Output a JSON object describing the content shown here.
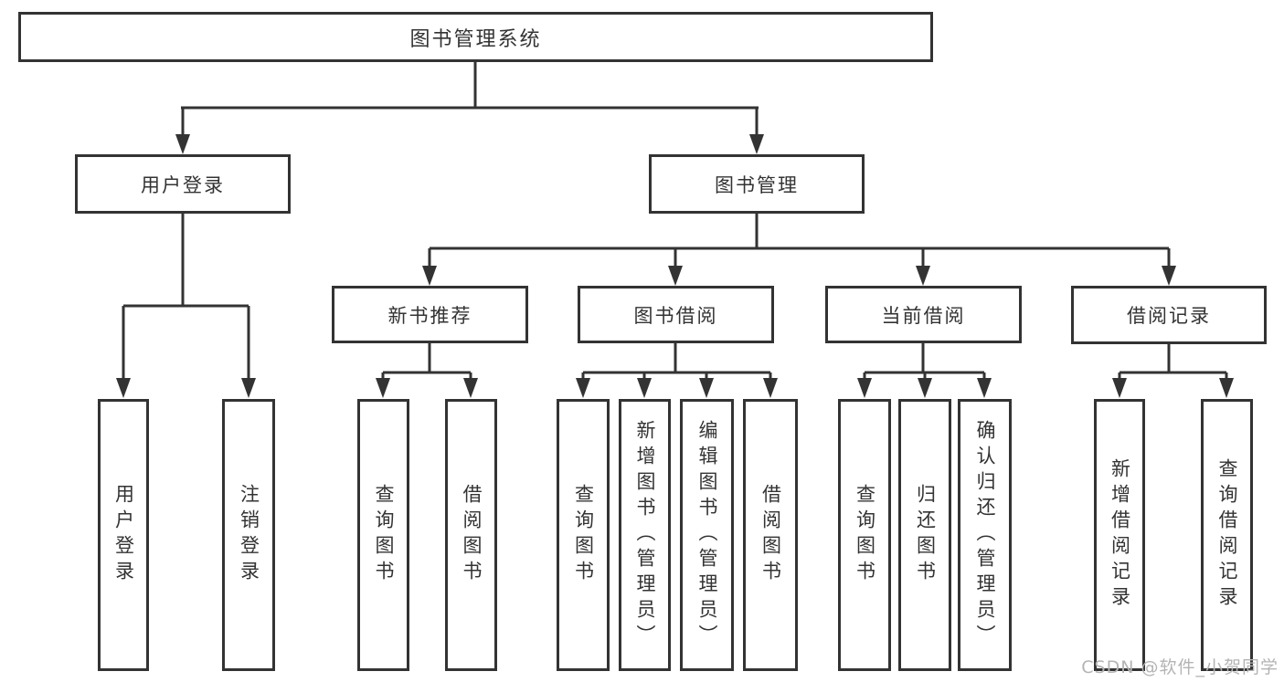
{
  "tree": {
    "label": "图书管理系统",
    "children": [
      {
        "label": "用户登录",
        "children": [
          {
            "label": "用户登录"
          },
          {
            "label": "注销登录"
          }
        ]
      },
      {
        "label": "图书管理",
        "children": [
          {
            "label": "新书推荐",
            "children": [
              {
                "label": "查询图书"
              },
              {
                "label": "借阅图书"
              }
            ]
          },
          {
            "label": "图书借阅",
            "children": [
              {
                "label": "查询图书"
              },
              {
                "label": "新增图书（管理员）"
              },
              {
                "label": "编辑图书（管理员）"
              },
              {
                "label": "借阅图书"
              }
            ]
          },
          {
            "label": "当前借阅",
            "children": [
              {
                "label": "查询图书"
              },
              {
                "label": "归还图书"
              },
              {
                "label": "确认归还（管理员）"
              }
            ]
          },
          {
            "label": "借阅记录",
            "children": [
              {
                "label": "新增借阅记录"
              },
              {
                "label": "查询借阅记录"
              }
            ]
          }
        ]
      }
    ]
  },
  "watermark": "CSDN @软件_小贺同学",
  "colors": {
    "line": "#333333",
    "box_border": "#333333",
    "text": "#333333",
    "watermark": "#b4b4b4",
    "background": "#ffffff"
  }
}
